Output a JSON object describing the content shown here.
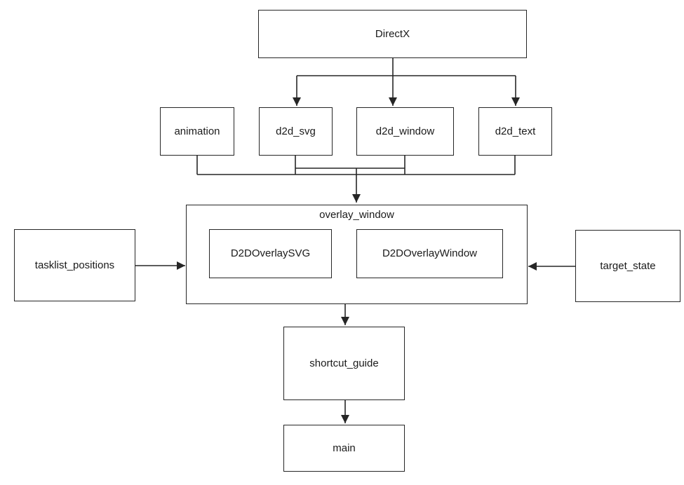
{
  "colors": {
    "line": "#262626",
    "box_fill": "#ffffff",
    "background": "#ffffff",
    "text": "#1a1a1a"
  },
  "nodes": {
    "directx": {
      "label": "DirectX"
    },
    "animation": {
      "label": "animation"
    },
    "d2d_svg": {
      "label": "d2d_svg"
    },
    "d2d_window": {
      "label": "d2d_window"
    },
    "d2d_text": {
      "label": "d2d_text"
    },
    "overlay_window": {
      "label": "overlay_window",
      "children": [
        "d2d_overlay_svg",
        "d2d_overlay_window"
      ]
    },
    "d2d_overlay_svg": {
      "label": "D2DOverlaySVG"
    },
    "d2d_overlay_window": {
      "label": "D2DOverlayWindow"
    },
    "tasklist_positions": {
      "label": "tasklist_positions"
    },
    "target_state": {
      "label": "target_state"
    },
    "shortcut_guide": {
      "label": "shortcut_guide"
    },
    "main": {
      "label": "main"
    }
  },
  "edges": [
    {
      "from": "DirectX",
      "to": "d2d_svg"
    },
    {
      "from": "DirectX",
      "to": "d2d_window"
    },
    {
      "from": "DirectX",
      "to": "d2d_text"
    },
    {
      "from": "animation",
      "to": "overlay_window"
    },
    {
      "from": "d2d_svg",
      "to": "overlay_window"
    },
    {
      "from": "d2d_window",
      "to": "overlay_window"
    },
    {
      "from": "d2d_text",
      "to": "overlay_window"
    },
    {
      "from": "tasklist_positions",
      "to": "overlay_window"
    },
    {
      "from": "target_state",
      "to": "overlay_window"
    },
    {
      "from": "overlay_window",
      "to": "shortcut_guide"
    },
    {
      "from": "shortcut_guide",
      "to": "main"
    }
  ]
}
